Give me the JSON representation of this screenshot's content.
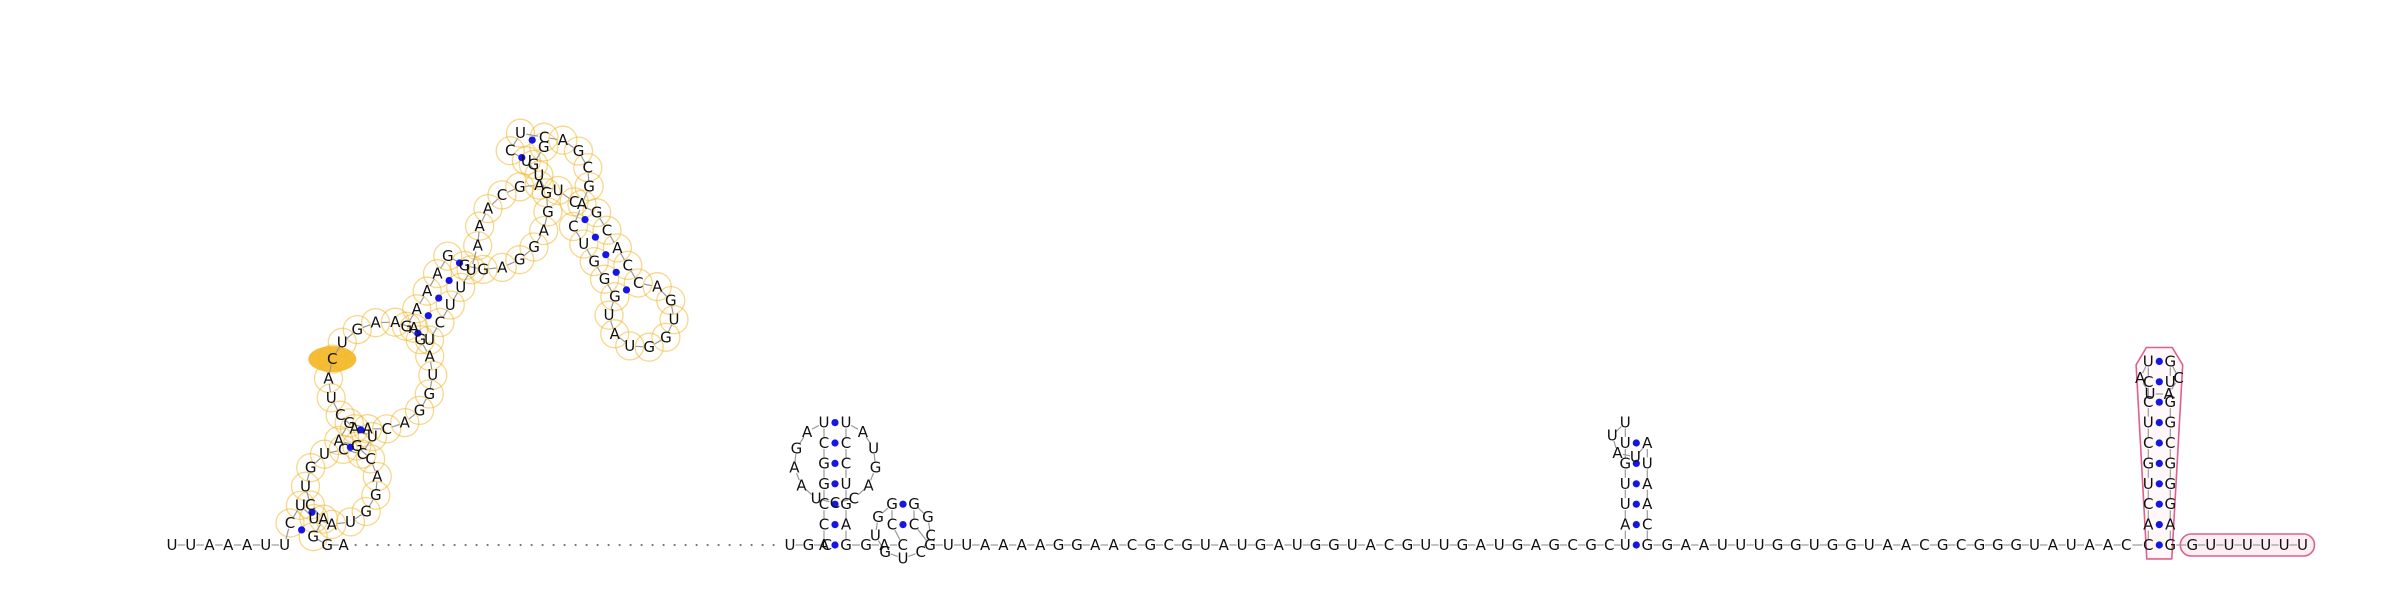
{
  "colors": {
    "background": "#ffffff",
    "nucleotide_text": "#111111",
    "backbone": "#9a9a9a",
    "base_pair_dot": "#1515e6",
    "highlight_orange_outline": "#f3b62a",
    "highlight_orange_fill": "#f3b112",
    "highlight_pink_outline": "#e0608a",
    "highlight_pink_fill": "#fbe3ec"
  },
  "strand": {
    "leader": "UUAAAUU",
    "spacer_left": "GA",
    "right_part_1": "UGC",
    "right_part_2": "GAC",
    "right_part_3": "GUUAAAAGGAACGCGUAUGAUGGUACGUUGAUGAGCGC",
    "right_part_4": "GAAUUUGGUGGUAACGCGGGUAUAAC",
    "tail": "GUUUUUU"
  },
  "domain_orange": {
    "stem1_5p": "CU",
    "stem1_3p": "AG",
    "loop1_left": "UAUGGACG",
    "loop1_right": "CUGUC",
    "stem2_5p": "AG",
    "stem2_3p": "UC",
    "big_loop_left": "ACAGGUAG",
    "big_loop_right": "AAAGUCAUCA",
    "stem3_5p": "GAAAG",
    "stem3_3p": "UUUCU",
    "loop3_left": "GGAGGAGGUU",
    "loop3_right": "CUAGCAAA",
    "stem4_5p": "CU",
    "stem4_3p": "GG",
    "apical_loop": "CAGCGA",
    "stem5_5p": "CUGGG",
    "stem5_3p": "CCACG",
    "terminal_loop": "UAUGGUGA",
    "highlighted_segment": "CUA"
  },
  "hairpin_a": {
    "stem_5p": "ACCGGCU",
    "stem_3p": "UCCUGAG",
    "loop": "AGAAUCCAGUA"
  },
  "hairpin_b": {
    "stem_5p": "CG",
    "stem_3p": "GC",
    "loop": "GUGUCCG"
  },
  "hairpin_c": {
    "stem_5p": "UAUUGUU",
    "stem_3p": "AUAACG",
    "loop": "UAU"
  },
  "hairpin_pink": {
    "stem_5p": "CACUGCUCCU",
    "stem_3p": "GUGGCGGGAG",
    "loop": "AUAC"
  }
}
